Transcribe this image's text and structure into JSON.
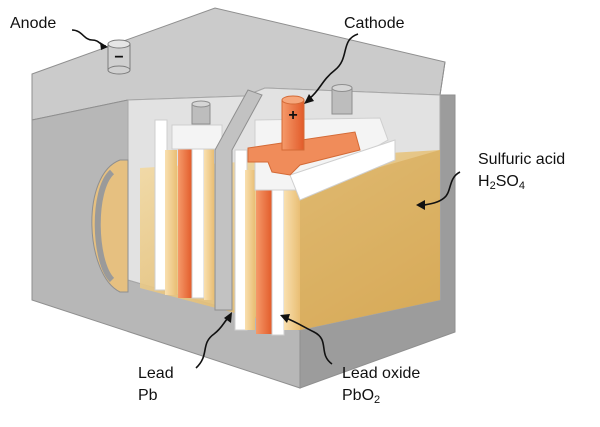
{
  "labels": {
    "anode": "Anode",
    "cathode": "Cathode",
    "sulfuric_acid": "Sulfuric acid",
    "sulfuric_formula": {
      "a": "H",
      "sub1": "2",
      "b": "SO",
      "sub2": "4"
    },
    "lead": "Lead",
    "lead_symbol": "Pb",
    "lead_oxide": "Lead oxide",
    "lead_oxide_formula": {
      "a": "PbO",
      "sub1": "2"
    }
  },
  "terminal_signs": {
    "anode": "−",
    "cathode": "+"
  },
  "colors": {
    "case_top": "#c9c9c9",
    "case_front": "#b5b5b5",
    "case_side": "#9e9e9e",
    "case_inner": "#dedede",
    "acid": "#e0b765",
    "acid_light": "#f1d79c",
    "lead_oxide_plate": "#f07a47",
    "lead_oxide_dark": "#e0592a",
    "lead_plate": "#f3cf92",
    "separator": "#ffffff"
  }
}
